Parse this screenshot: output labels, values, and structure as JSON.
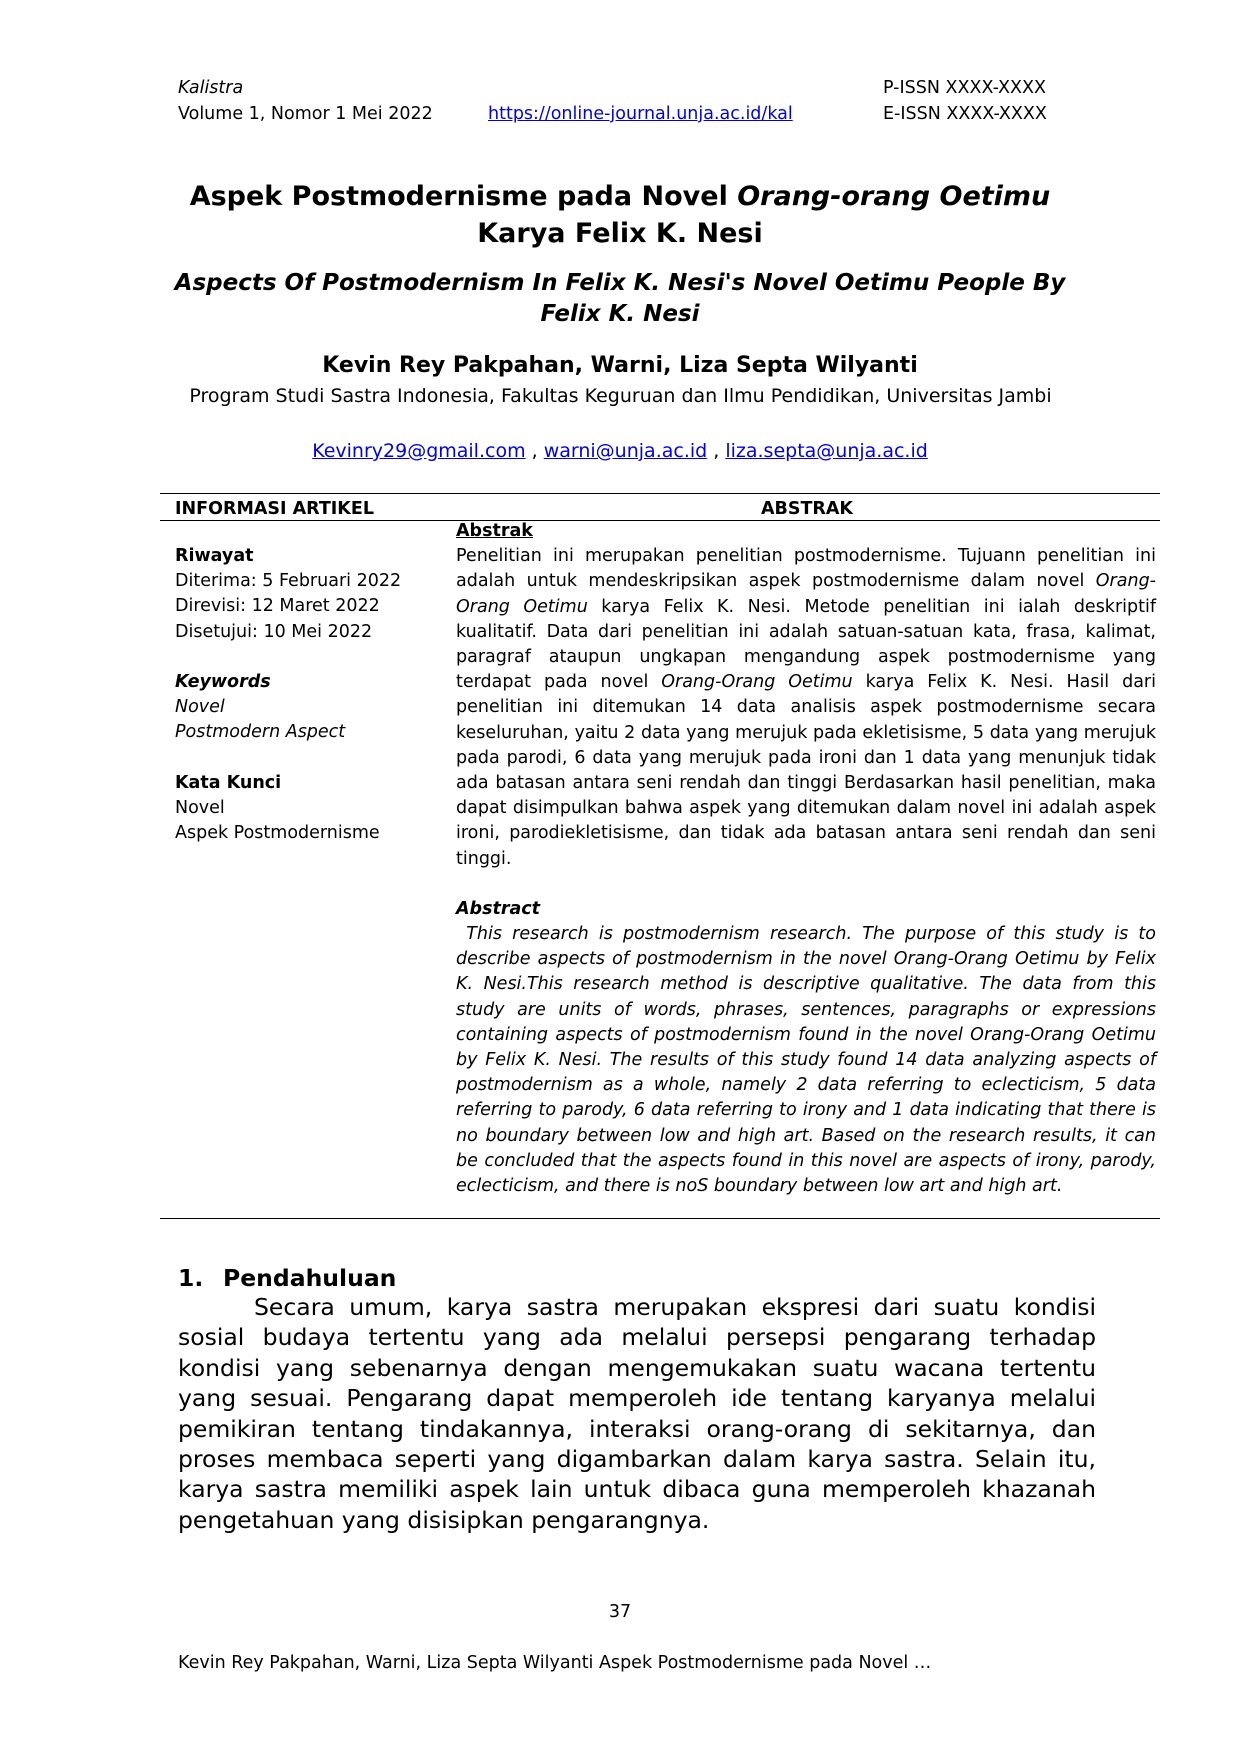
{
  "header": {
    "journal": "Kalistra",
    "volume": "Volume 1, Nomor 1 Mei 2022",
    "url": "https://online-journal.unja.ac.id/kal",
    "pissn": "P-ISSN XXXX-XXXX",
    "eissn": "E-ISSN XXXX-XXXX"
  },
  "title": {
    "part1": "Aspek Postmodernisme pada Novel ",
    "part1_italic": "Orang-orang Oetimu",
    "line2": "Karya Felix K. Nesi"
  },
  "subtitle": {
    "line1": "Aspects Of Postmodernism In Felix K. Nesi's Novel Oetimu People By",
    "line2": "Felix K. Nesi"
  },
  "authors": "Kevin Rey Pakpahan, Warni, Liza Septa Wilyanti",
  "affiliation": "Program Studi Sastra Indonesia, Fakultas Keguruan dan Ilmu Pendidikan, Universitas Jambi",
  "emails": [
    "Kevinry29@gmail.com",
    "warni@unja.ac.id",
    "liza.septa@unja.ac.id"
  ],
  "email_sep": " , ",
  "info": {
    "header_left": "INFORMASI ARTIKEL",
    "header_right": "ABSTRAK",
    "riwayat_label": "Riwayat",
    "diterima": "Diterima: 5 Februari 2022",
    "direvisi": "Direvisi: 12 Maret 2022",
    "disetujui": "Disetujui: 10 Mei 2022",
    "keywords_label": "Keywords",
    "keywords": [
      "Novel",
      "Postmodern Aspect"
    ],
    "katakunci_label": "Kata Kunci",
    "katakunci": [
      "Novel",
      "Aspek Postmodernisme"
    ]
  },
  "abstrak": {
    "label": "Abstrak",
    "s1": "Penelitian ini merupakan penelitian postmodernisme. Tujuann penelitian ini adalah untuk mendeskripsikan  aspek postmodernisme dalam novel ",
    "i1": "Orang-Orang Oetimu",
    "s2": " karya Felix K. Nesi. Metode penelitian ini ialah deskriptif kualitatif. Data dari penelitian ini adalah satuan-satuan kata, frasa, kalimat, paragraf ataupun ungkapan mengandung aspek postmodernisme yang terdapat pada novel ",
    "i2": "Orang-Orang Oetimu",
    "s3": " karya Felix K. Nesi. Hasil dari penelitian ini ditemukan 14 data analisis aspek postmodernisme secara keseluruhan, yaitu 2 data yang merujuk pada ekletisisme, 5 data yang merujuk pada parodi, 6 data yang merujuk pada ironi dan 1 data yang menunjuk tidak ada batasan antara seni rendah dan tinggi Berdasarkan hasil penelitian, maka dapat disimpulkan bahwa aspek yang ditemukan dalam novel ini adalah aspek ironi, parodiekletisisme, dan tidak ada batasan antara seni rendah dan seni tinggi."
  },
  "abstract": {
    "label": "Abstract",
    "text": " This research is postmodernism research. The purpose of this study is to describe aspects of postmodernism in the novel Orang-Orang Oetimu by Felix K. Nesi.This research method is descriptive qualitative. The data from this study are units of words, phrases, sentences, paragraphs or expressions containing aspects of postmodernism found in the novel Orang-Orang Oetimu by Felix K. Nesi. The results of this study found 14 data analyzing aspects of postmodernism as a whole, namely 2 data referring to eclecticism, 5 data referring to parody, 6 data referring to irony and 1 data indicating that there is no boundary between low and high art. Based on the research results, it can be concluded that the aspects found in this novel are aspects of irony, parody, eclecticism, and there is noS boundary between low art and high art."
  },
  "section1": {
    "number": "1.",
    "title": "Pendahuluan",
    "paragraph": "Secara umum, karya sastra merupakan ekspresi dari suatu kondisi sosial budaya tertentu yang ada melalui persepsi pengarang terhadap kondisi yang sebenarnya dengan mengemukakan suatu wacana tertentu yang sesuai. Pengarang dapat memperoleh ide tentang karyanya melalui pemikiran tentang tindakannya, interaksi orang-orang di sekitarnya, dan proses membaca seperti yang digambarkan dalam karya sastra. Selain itu, karya sastra memiliki aspek lain untuk dibaca guna memperoleh khazanah pengetahuan yang disisipkan pengarangnya."
  },
  "page_number": "37",
  "footer": "Kevin Rey Pakpahan, Warni, Liza Septa Wilyanti Aspek Postmodernisme pada Novel …",
  "colors": {
    "link": "#0000ee",
    "text": "#000000",
    "background": "#ffffff"
  }
}
